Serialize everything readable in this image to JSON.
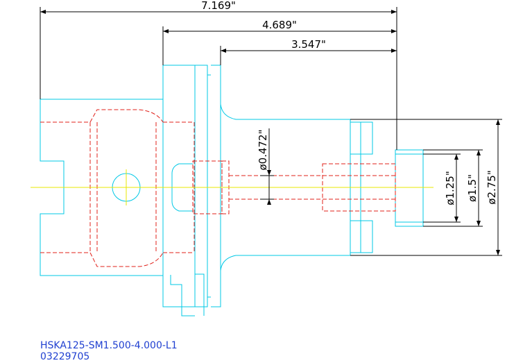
{
  "colors": {
    "outline": "#00c8e6",
    "hidden": "#e0201a",
    "centerline": "#e8e800",
    "dimension": "#000000",
    "title_text": "#1f3fd0",
    "background": "#ffffff"
  },
  "dimensions": {
    "overall_length": "7.169\"",
    "flange_to_end": "4.689\"",
    "body_length": "3.547\"",
    "bore_diameter": "ø0.472\"",
    "dia_small": "ø1.25\"",
    "dia_mid": "ø1.5\"",
    "dia_large": "ø2.75\""
  },
  "title_block": {
    "part_number": "HSKA125-SM1.500-4.000-L1",
    "item_code": "03229705"
  }
}
